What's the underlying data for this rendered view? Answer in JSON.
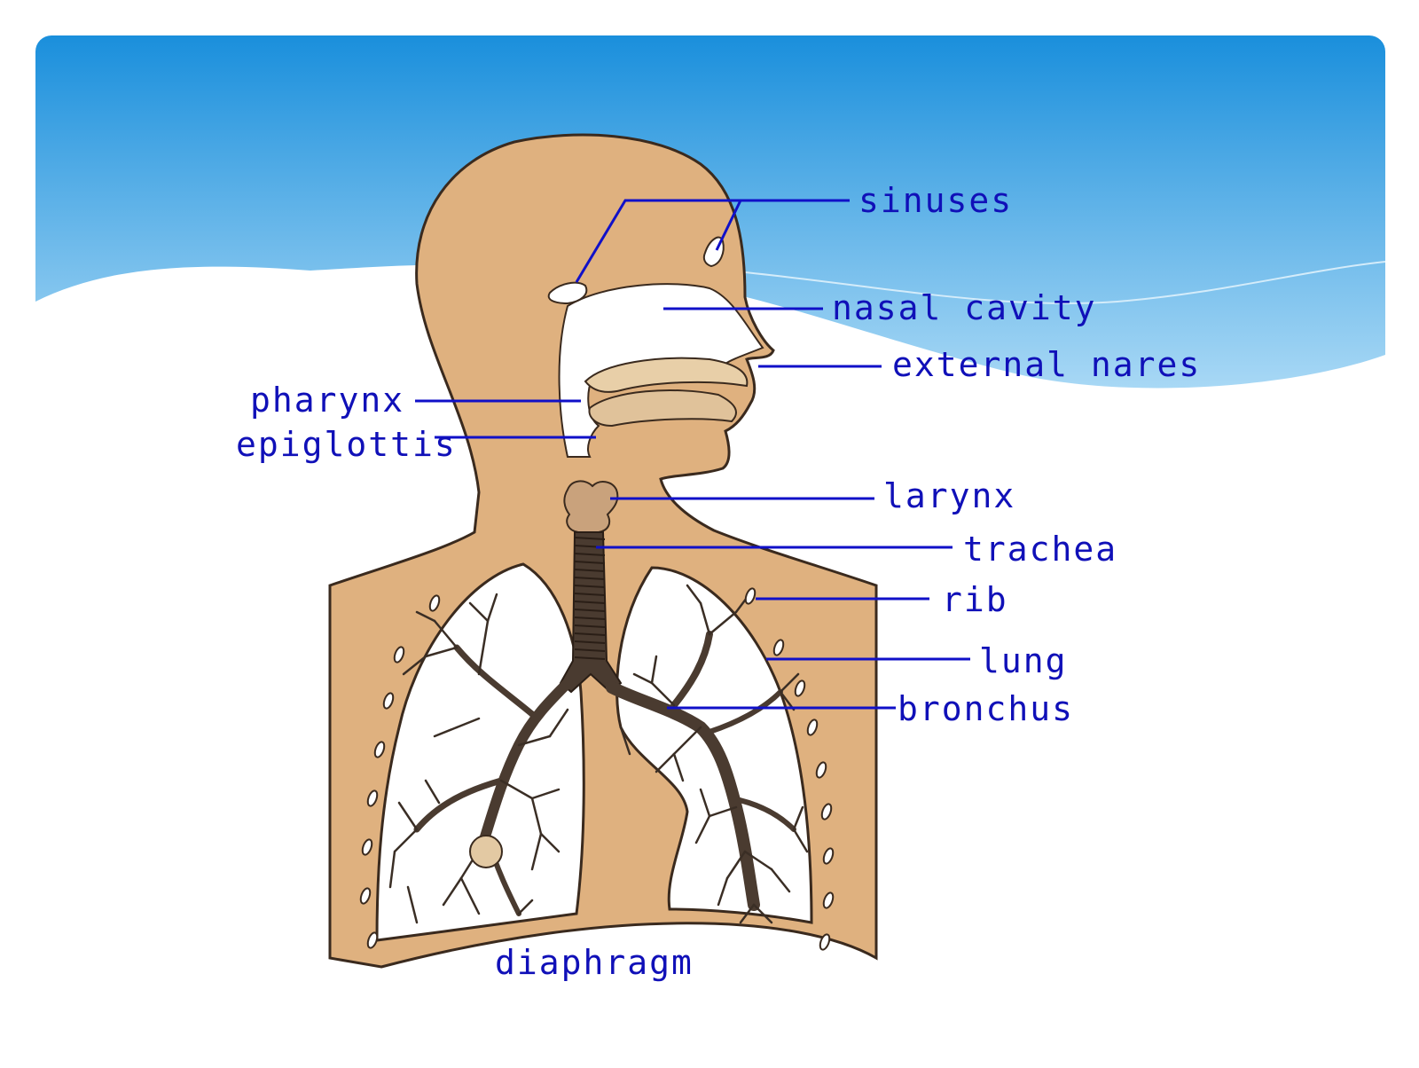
{
  "colors": {
    "sky_top": "#1a8fdc",
    "sky_bottom": "#a8d8f5",
    "skin": "#dfb17f",
    "outline": "#3a2a1e",
    "airway": "#4a3b30",
    "label": "#1010b8",
    "leader": "#1010c8"
  },
  "labels": {
    "sinuses": "sinuses",
    "nasal_cavity": "nasal cavity",
    "external_nares": "external nares",
    "pharynx": "pharynx",
    "epiglottis": "epiglottis",
    "larynx": "larynx",
    "trachea": "trachea",
    "rib": "rib",
    "lung": "lung",
    "bronchus": "bronchus",
    "diaphragm": "diaphragm"
  }
}
